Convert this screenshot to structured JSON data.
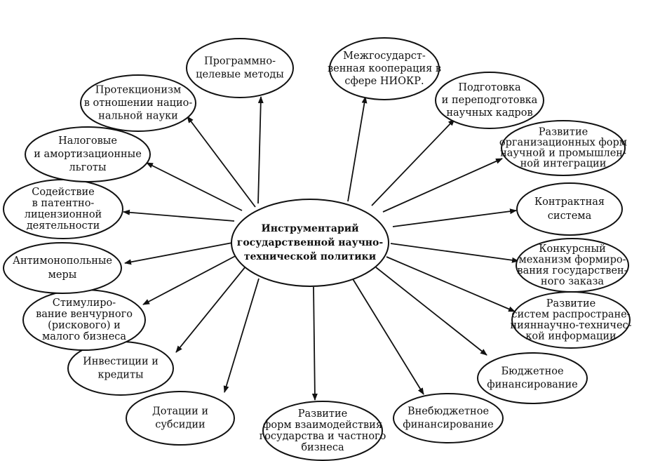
{
  "center": {
    "lines": [
      "Инструментарий",
      "государственной научно-",
      "технической политики"
    ]
  },
  "nodes": [
    {
      "id": "programmno-tselevye",
      "lines": [
        "Программно-",
        "целевые методы"
      ]
    },
    {
      "id": "mezhgosudarstvennaya",
      "lines": [
        "Межгосударст-",
        "венная кооперация в",
        "сфере НИОКР."
      ]
    },
    {
      "id": "podgotovka-kadrov",
      "lines": [
        "Подготовка",
        "и переподготовка",
        "научных кадров"
      ]
    },
    {
      "id": "razvitie-integratsii",
      "lines": [
        "Развитие",
        "организационных форм",
        "научной и промышлен-",
        "ной интеграции"
      ]
    },
    {
      "id": "kontraktnaya",
      "lines": [
        "Контрактная",
        "система"
      ]
    },
    {
      "id": "konkursnyi",
      "lines": [
        "Конкурсный",
        "механизм формиро-",
        "вания государствен-",
        "ного заказа"
      ]
    },
    {
      "id": "rasprostranenie",
      "lines": [
        "Развитие",
        "систем распростране-",
        "нияннаучно-техничес-",
        "кой информации"
      ]
    },
    {
      "id": "byudzhetnoe",
      "lines": [
        "Бюджетное",
        "финансирование"
      ]
    },
    {
      "id": "vnebyudzhetnoe",
      "lines": [
        "Внебюджетное",
        "финансирование"
      ]
    },
    {
      "id": "vzaimodeistvie",
      "lines": [
        "Развитие",
        "форм взаимодействия",
        "государства и частного",
        "бизнеса"
      ]
    },
    {
      "id": "dotatsii",
      "lines": [
        "Дотации и",
        "субсидии"
      ]
    },
    {
      "id": "investitsii",
      "lines": [
        "Инвестиции и",
        "кредиты"
      ]
    },
    {
      "id": "venchurnyi",
      "lines": [
        "Стимулиро-",
        "вание венчурного",
        "(рискового)  и",
        "малого бизнеса"
      ]
    },
    {
      "id": "antimonopolnye",
      "lines": [
        "Антимонопольные",
        "меры"
      ]
    },
    {
      "id": "patentno",
      "lines": [
        "Содействие",
        "в патентно-",
        "лицензионной",
        "деятельности"
      ]
    },
    {
      "id": "nalogovye",
      "lines": [
        "Налоговые",
        "и амортизационные",
        "льготы"
      ]
    },
    {
      "id": "protektsionizm",
      "lines": [
        "Протекционизм",
        "в отношении нацио-",
        "нальной науки"
      ]
    }
  ]
}
